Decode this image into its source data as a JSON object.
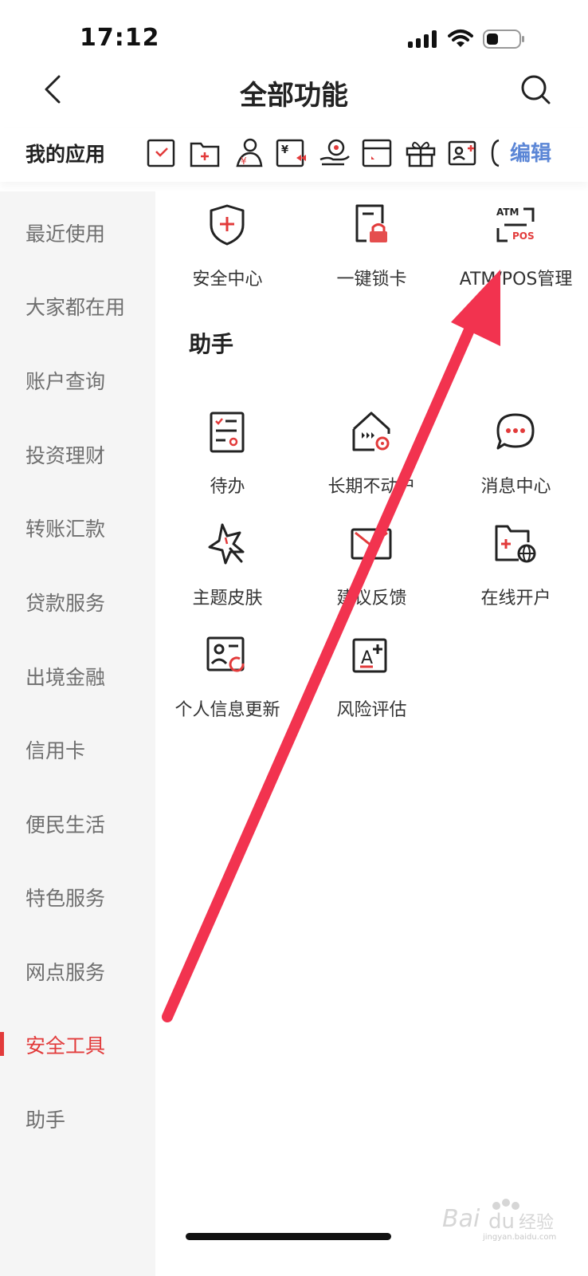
{
  "status_bar": {
    "time": "17:12"
  },
  "header": {
    "title": "全部功能"
  },
  "my_apps": {
    "label": "我的应用",
    "edit_label": "编辑",
    "icons": [
      "card-check-icon",
      "folder-plus-icon",
      "user-yuan-icon",
      "yuan-rewind-icon",
      "hand-coin-icon",
      "card-slot-icon",
      "gift-icon",
      "id-card-plus-icon"
    ]
  },
  "sidebar": {
    "items": [
      {
        "label": "最近使用",
        "active": false
      },
      {
        "label": "大家都在用",
        "active": false
      },
      {
        "label": "账户查询",
        "active": false
      },
      {
        "label": "投资理财",
        "active": false
      },
      {
        "label": "转账汇款",
        "active": false
      },
      {
        "label": "贷款服务",
        "active": false
      },
      {
        "label": "出境金融",
        "active": false
      },
      {
        "label": "信用卡",
        "active": false
      },
      {
        "label": "便民生活",
        "active": false
      },
      {
        "label": "特色服务",
        "active": false
      },
      {
        "label": "网点服务",
        "active": false
      },
      {
        "label": "安全工具",
        "active": true
      },
      {
        "label": "助手",
        "active": false
      }
    ]
  },
  "security_tools": {
    "items": [
      {
        "label": "安全中心",
        "icon": "shield-plus-icon"
      },
      {
        "label": "一键锁卡",
        "icon": "card-lock-icon"
      },
      {
        "label": "ATM/POS管理",
        "icon": "atm-pos-icon",
        "icon_text_top": "ATM",
        "icon_text_bottom": "POS"
      }
    ]
  },
  "assistant": {
    "title": "助手",
    "items": [
      {
        "label": "待办",
        "icon": "todo-list-icon"
      },
      {
        "label": "长期不动户",
        "icon": "dormant-account-icon"
      },
      {
        "label": "消息中心",
        "icon": "chat-bubble-icon"
      },
      {
        "label": "主题皮肤",
        "icon": "theme-star-icon"
      },
      {
        "label": "建议反馈",
        "icon": "envelope-icon"
      },
      {
        "label": "在线开户",
        "icon": "online-account-icon"
      },
      {
        "label": "个人信息更新",
        "icon": "profile-update-icon"
      },
      {
        "label": "风险评估",
        "icon": "risk-assessment-icon",
        "icon_text": "A"
      }
    ]
  },
  "watermark": {
    "text": "jingyan.baidu.com"
  },
  "colors": {
    "accent_red": "#e23b3b",
    "arrow_red": "#f2334f",
    "edit_blue": "#5b86d6",
    "sidebar_bg": "#f5f5f5"
  }
}
